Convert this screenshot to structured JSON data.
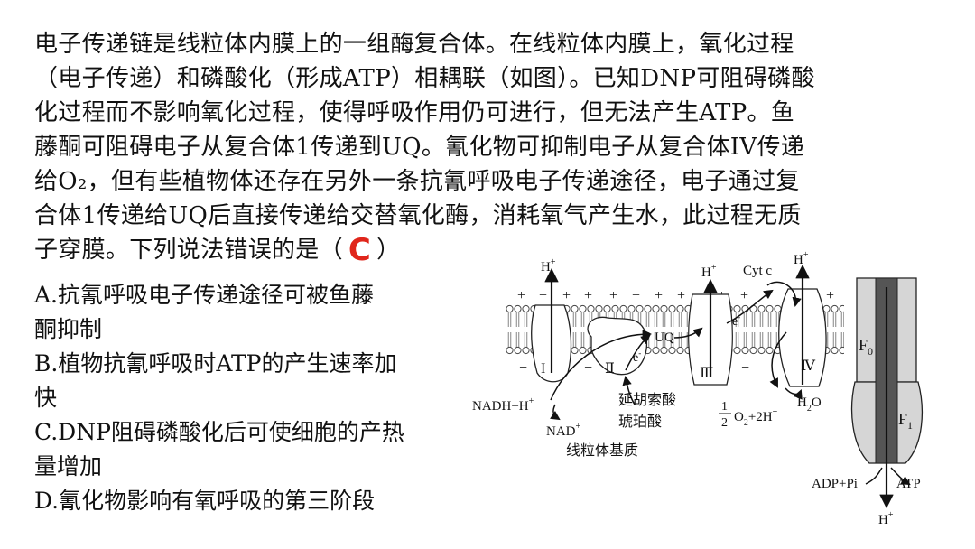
{
  "question": {
    "lines": [
      "电子传递链是线粒体内膜上的一组酶复合体。在线粒体内膜上，氧化过程",
      "（电子传递）和磷酸化（形成ATP）相耦联（如图）。已知DNP可阻碍磷酸",
      "化过程而不影响氧化过程，使得呼吸作用仍可进行，但无法产生ATP。鱼",
      "藤酮可阻碍电子从复合体1传递到UQ。氰化物可抑制电子从复合体IV传递",
      "给O₂，但有些植物体还存在另外一条抗氰呼吸电子传递途径，电子通过复",
      "合体1传递给UQ后直接传递给交替氧化酶，消耗氧气产生水，此过程无质",
      "子穿膜。下列说法错误的是（"
    ],
    "close_paren": "）",
    "answer": "C"
  },
  "options": [
    "A.抗氰呼吸电子传递途径可被鱼藤",
    "酮抑制",
    "B.植物抗氰呼吸时ATP的产生速率加",
    "快",
    "C.DNP阻碍磷酸化后可使细胞的产热",
    "量增加",
    "D.氰化物影响有氧呼吸的第三阶段"
  ],
  "diagram": {
    "h_plus": "H",
    "plus_sup": "+",
    "minus_sup": "-",
    "complex_1": "I",
    "complex_2": "Ⅱ",
    "complex_3": "Ⅲ",
    "complex_4": "Ⅳ",
    "uq": "UQ",
    "electron": "e",
    "cytc": "Cyt c",
    "f0": "F",
    "f0_sub": "0",
    "f1": "F",
    "f1_sub": "1",
    "nadh": "NADH+H",
    "nad": "NAD",
    "succ1": "延胡索酸",
    "succ2": "琥珀酸",
    "matrix": "线粒体基质",
    "oxy_num": "1",
    "oxy_den": "2",
    "oxy_rest_a": "O",
    "oxy_sub": "2",
    "oxy_rest_b": "+2H",
    "water_a": "H",
    "water_sub": "2",
    "water_b": "O",
    "adp": "ADP+Pi",
    "atp": "ATP"
  }
}
